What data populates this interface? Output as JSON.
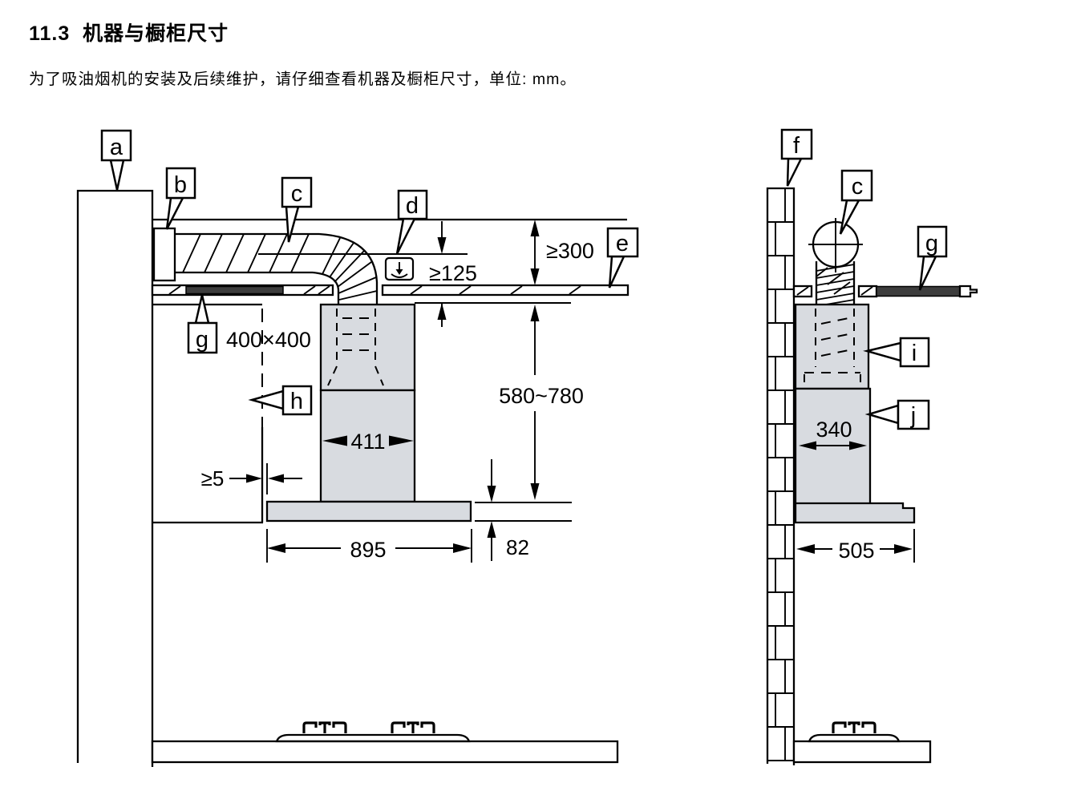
{
  "page": {
    "title": "11.3  机器与橱柜尺寸",
    "subtitle": "为了吸油烟机的安装及后续维护，请仔细查看机器及橱柜尺寸，单位: mm。"
  },
  "labels": {
    "a": "a",
    "b": "b",
    "c": "c",
    "d": "d",
    "e": "e",
    "f": "f",
    "g": "g",
    "h": "h",
    "i": "i",
    "j": "j"
  },
  "dimensions": {
    "ceiling_clearance": "≥300",
    "duct_clearance": "≥125",
    "cutout": "400×400",
    "install_height_range": "580~780",
    "flue_width": "411",
    "side_gap": "≥5",
    "hood_width": "895",
    "body_height": "82",
    "flue_depth": "340",
    "hood_depth": "505"
  },
  "colors": {
    "hood_fill": "#d8dbe0",
    "panel_dark": "#3d3d3d",
    "line": "#000000",
    "paper": "#ffffff"
  }
}
